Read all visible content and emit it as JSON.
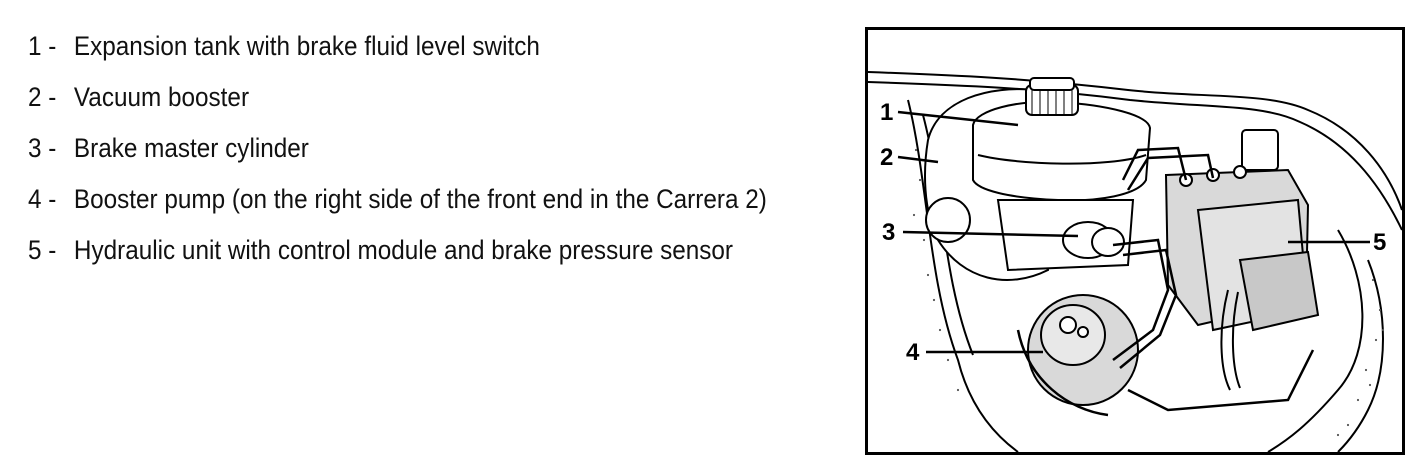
{
  "legend": [
    {
      "num": "1 -",
      "text": "Expansion tank with brake fluid level switch"
    },
    {
      "num": "2 -",
      "text": "Vacuum booster"
    },
    {
      "num": "3 -",
      "text": "Brake master cylinder"
    },
    {
      "num": "4 -",
      "text": "Booster pump (on the right side of the front end in the Carrera 2)"
    },
    {
      "num": "5 -",
      "text": "Hydraulic unit with control module and brake pressure sensor"
    }
  ],
  "figure": {
    "callouts": [
      "1",
      "2",
      "3",
      "4",
      "5"
    ]
  }
}
